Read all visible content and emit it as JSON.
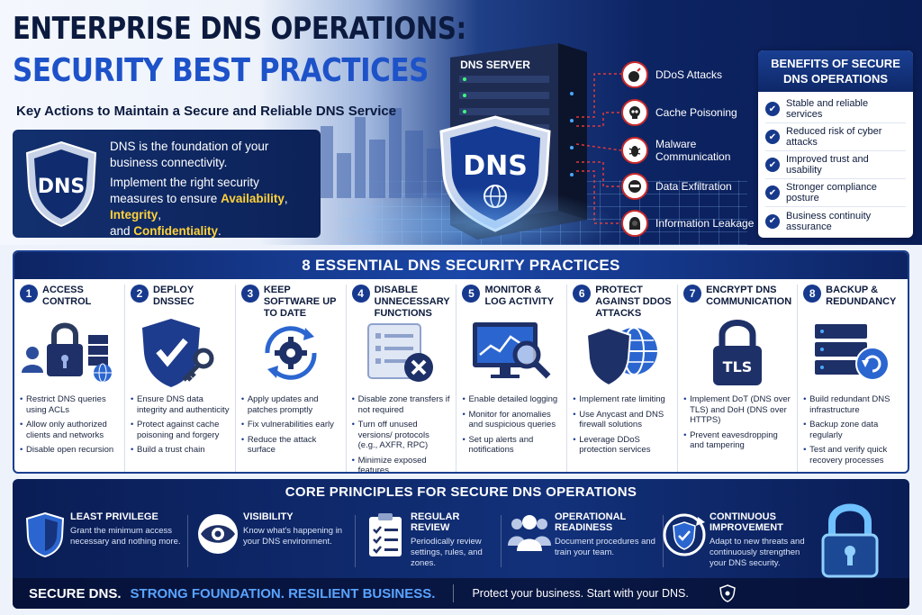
{
  "header": {
    "title_line1": "ENTERPRISE DNS OPERATIONS:",
    "title_line2": "SECURITY BEST PRACTICES",
    "subtitle": "Key Actions to Maintain a Secure and Reliable DNS Service"
  },
  "intro": {
    "shield_text": "DNS",
    "line1": "DNS is the foundation of your business connectivity.",
    "line2": "Implement the right security measures to ensure",
    "hl1": "Availability",
    "sep1": ", ",
    "hl2": "Integrity",
    "sep2": ",",
    "and": "and",
    "hl3": "Confidentiality",
    "end": "."
  },
  "server": {
    "label": "DNS SERVER",
    "shield_text": "DNS"
  },
  "threats": [
    {
      "label": "DDoS Attacks",
      "icon": "bomb-icon"
    },
    {
      "label": "Cache Poisoning",
      "icon": "skull-icon"
    },
    {
      "label": "Malware Communication",
      "icon": "bug-icon"
    },
    {
      "label": "Data Exfiltration",
      "icon": "hacker-icon"
    },
    {
      "label": "Information Leakage",
      "icon": "hooded-figure-icon"
    }
  ],
  "benefits": {
    "title": "BENEFITS OF SECURE DNS OPERATIONS",
    "items": [
      "Stable and reliable services",
      "Reduced risk of cyber attacks",
      "Improved trust and usability",
      "Stronger compliance posture",
      "Business continuity assurance"
    ]
  },
  "practices": {
    "title": "8 ESSENTIAL DNS SECURITY PRACTICES",
    "items": [
      {
        "num": "1",
        "title": "ACCESS CONTROL",
        "icon": "padlock-users-icon",
        "bullets": [
          "Restrict DNS queries using ACLs",
          "Allow only authorized clients and networks",
          "Disable open recursion"
        ]
      },
      {
        "num": "2",
        "title": "DEPLOY DNSSEC",
        "icon": "shield-check-key-icon",
        "bullets": [
          "Ensure DNS data integrity and authenticity",
          "Protect against cache poisoning and forgery",
          "Build a trust chain"
        ]
      },
      {
        "num": "3",
        "title": "KEEP SOFTWARE UP TO DATE",
        "icon": "gear-refresh-icon",
        "bullets": [
          "Apply updates and patches promptly",
          "Fix vulnerabilities early",
          "Reduce the attack surface"
        ]
      },
      {
        "num": "4",
        "title": "DISABLE UNNECESSARY FUNCTIONS",
        "icon": "disabled-list-icon",
        "bullets": [
          "Disable zone transfers if not required",
          "Turn off unused versions/ protocols (e.g., AXFR, RPC)",
          "Minimize exposed features"
        ]
      },
      {
        "num": "5",
        "title": "MONITOR & LOG ACTIVITY",
        "icon": "monitor-magnifier-icon",
        "bullets": [
          "Enable detailed logging",
          "Monitor for anomalies and suspicious queries",
          "Set up alerts and notifications"
        ]
      },
      {
        "num": "6",
        "title": "PROTECT AGAINST DDoS ATTACKS",
        "icon": "shield-globe-icon",
        "bullets": [
          "Implement rate limiting",
          "Use Anycast and DNS firewall solutions",
          "Leverage DDoS protection services"
        ]
      },
      {
        "num": "7",
        "title": "ENCRYPT DNS COMMUNICATION",
        "icon": "tls-lock-icon",
        "icon_text": "TLS",
        "bullets": [
          "Implement DoT (DNS over TLS) and DoH (DNS over HTTPS)",
          "Prevent eavesdropping and tampering"
        ]
      },
      {
        "num": "8",
        "title": "BACKUP & REDUNDANCY",
        "icon": "server-backup-icon",
        "bullets": [
          "Build redundant DNS infrastructure",
          "Backup zone data regularly",
          "Test and verify quick recovery processes"
        ]
      }
    ]
  },
  "core": {
    "title": "CORE PRINCIPLES FOR SECURE DNS OPERATIONS",
    "items": [
      {
        "title": "LEAST PRIVILEGE",
        "text": "Grant the minimum access necessary and nothing more.",
        "icon": "shield-icon"
      },
      {
        "title": "VISIBILITY",
        "text": "Know what's happening in your DNS environment.",
        "icon": "eye-icon"
      },
      {
        "title": "REGULAR REVIEW",
        "text": "Periodically review settings, rules, and zones.",
        "icon": "checklist-icon"
      },
      {
        "title": "OPERATIONAL READINESS",
        "text": "Document procedures and train your team.",
        "icon": "team-icon"
      },
      {
        "title": "CONTINUOUS IMPROVEMENT",
        "text": "Adapt to new threats and continuously strengthen your DNS security.",
        "icon": "shield-cycle-icon"
      }
    ],
    "tagline_white": "SECURE DNS.",
    "tagline_blue": "STRONG FOUNDATION. RESILIENT BUSINESS.",
    "tagline_right": "Protect your business. Start with your DNS."
  },
  "colors": {
    "navy": "#0d2463",
    "accent_blue": "#1d52c9",
    "highlight_yellow": "#ffd23a",
    "threat_red": "#c92a2a"
  }
}
